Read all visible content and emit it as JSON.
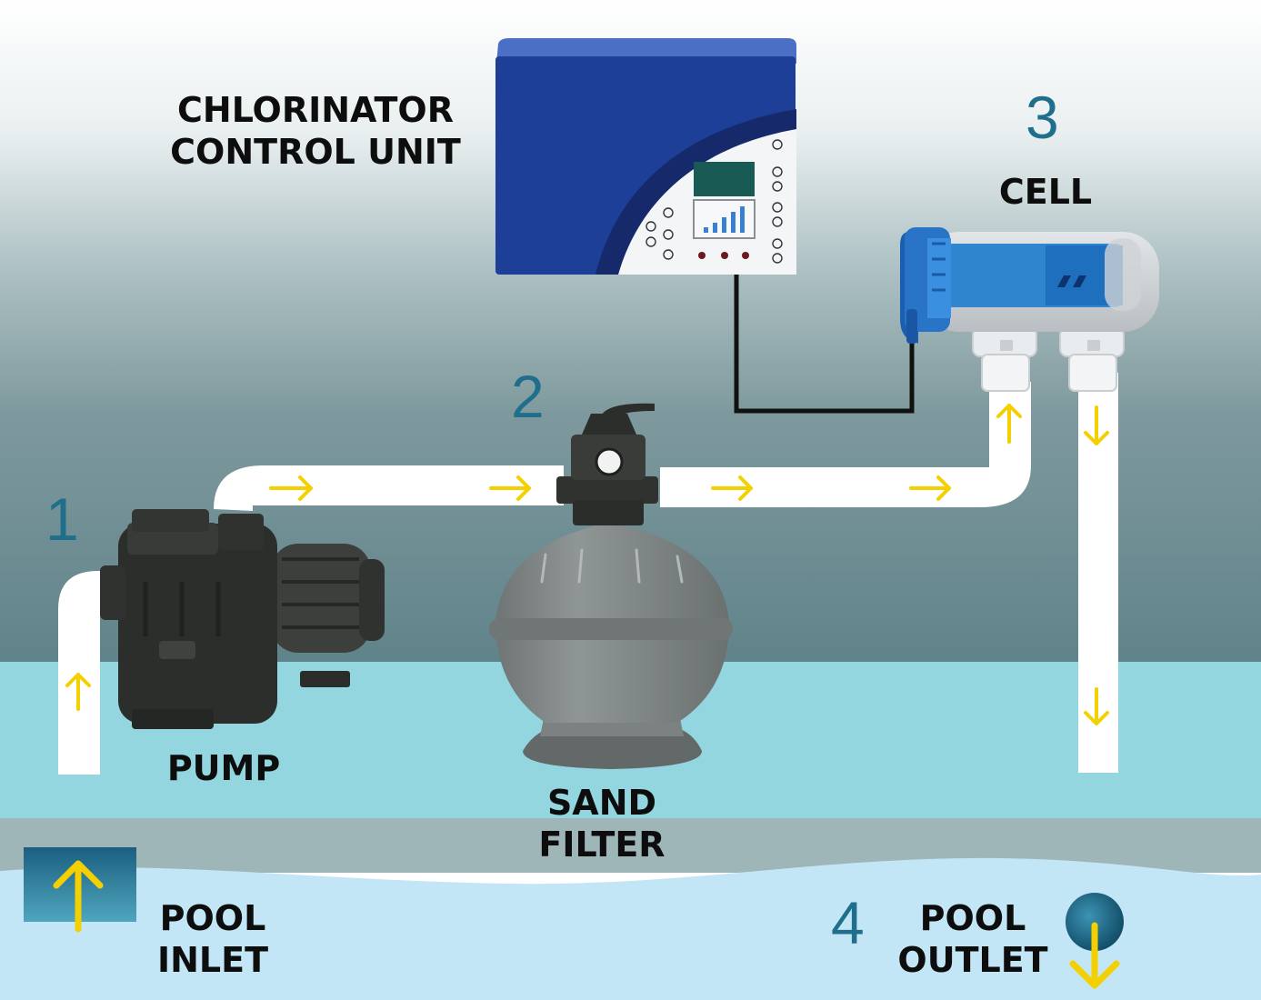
{
  "labels": {
    "control_unit": "CHLORINATOR\nCONTROL UNIT",
    "cell": "CELL",
    "pump": "PUMP",
    "sand_filter": "SAND\nFILTER",
    "pool_inlet": "POOL\nINLET",
    "pool_outlet": "POOL\nOUTLET"
  },
  "steps": [
    "1",
    "2",
    "3",
    "4"
  ],
  "colors": {
    "step_number": "#1e6e8c",
    "flow_arrow": "#f5d000",
    "pipe": "#ffffff",
    "control_unit_body": "#1d3f97",
    "cell_body": "#2f86cf",
    "water": "#93d6df",
    "pool_floor": "#9fb6b9",
    "pool_surface": "#c3e6f6",
    "sky_top": "#dde8ea",
    "sky_bottom": "#5f838a"
  },
  "icons": [
    "up-arrow-icon",
    "down-arrow-icon",
    "right-arrow-icon",
    "signal-bars-icon"
  ]
}
